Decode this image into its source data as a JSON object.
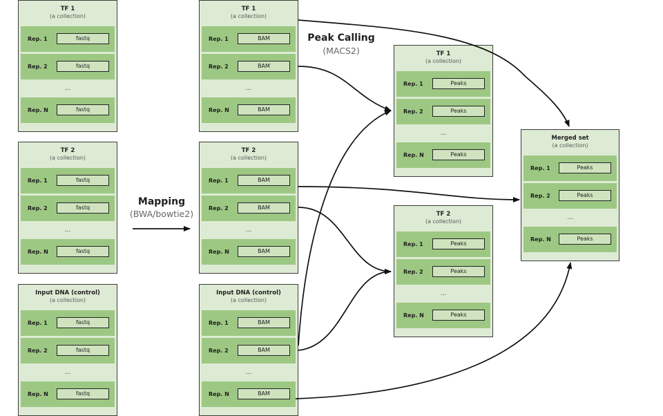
{
  "steps": {
    "mapping": {
      "title": "Mapping",
      "subtitle": "(BWA/bowtie2)"
    },
    "peak_calling": {
      "title": "Peak Calling",
      "subtitle": "(MACS2)"
    }
  },
  "collections": {
    "fastq_tf1": {
      "title": "TF 1",
      "subtitle": "(a collection)",
      "rows": [
        {
          "label": "Rep. 1",
          "file": "fastq"
        },
        {
          "label": "Rep. 2",
          "file": "fastq"
        },
        {
          "label": "...",
          "file": ""
        },
        {
          "label": "Rep. N",
          "file": "fastq"
        }
      ]
    },
    "fastq_tf2": {
      "title": "TF 2",
      "subtitle": "(a collection)",
      "rows": [
        {
          "label": "Rep. 1",
          "file": "fastq"
        },
        {
          "label": "Rep. 2",
          "file": "fastq"
        },
        {
          "label": "...",
          "file": ""
        },
        {
          "label": "Rep. N",
          "file": "fastq"
        }
      ]
    },
    "fastq_input": {
      "title": "Input DNA (control)",
      "subtitle": "(a collection)",
      "rows": [
        {
          "label": "Rep. 1",
          "file": "fastq"
        },
        {
          "label": "Rep. 2",
          "file": "fastq"
        },
        {
          "label": "...",
          "file": ""
        },
        {
          "label": "Rep. N",
          "file": "fastq"
        }
      ]
    },
    "bam_tf1": {
      "title": "TF 1",
      "subtitle": "(a collection)",
      "rows": [
        {
          "label": "Rep. 1",
          "file": "BAM"
        },
        {
          "label": "Rep. 2",
          "file": "BAM"
        },
        {
          "label": "...",
          "file": ""
        },
        {
          "label": "Rep. N",
          "file": "BAM"
        }
      ]
    },
    "bam_tf2": {
      "title": "TF 2",
      "subtitle": "(a collection)",
      "rows": [
        {
          "label": "Rep. 1",
          "file": "BAM"
        },
        {
          "label": "Rep. 2",
          "file": "BAM"
        },
        {
          "label": "...",
          "file": ""
        },
        {
          "label": "Rep. N",
          "file": "BAM"
        }
      ]
    },
    "bam_input": {
      "title": "Input DNA (control)",
      "subtitle": "(a collection)",
      "rows": [
        {
          "label": "Rep. 1",
          "file": "BAM"
        },
        {
          "label": "Rep. 2",
          "file": "BAM"
        },
        {
          "label": "...",
          "file": ""
        },
        {
          "label": "Rep. N",
          "file": "BAM"
        }
      ]
    },
    "peaks_tf1": {
      "title": "TF 1",
      "subtitle": "(a collection)",
      "rows": [
        {
          "label": "Rep. 1",
          "file": "Peaks"
        },
        {
          "label": "Rep. 2",
          "file": "Peaks"
        },
        {
          "label": "...",
          "file": ""
        },
        {
          "label": "Rep. N",
          "file": "Peaks"
        }
      ]
    },
    "peaks_tf2": {
      "title": "TF 2",
      "subtitle": "(a collection)",
      "rows": [
        {
          "label": "Rep. 1",
          "file": "Peaks"
        },
        {
          "label": "Rep. 2",
          "file": "Peaks"
        },
        {
          "label": "...",
          "file": ""
        },
        {
          "label": "Rep. N",
          "file": "Peaks"
        }
      ]
    },
    "merged": {
      "title": "Merged set",
      "subtitle": "(a collection)",
      "rows": [
        {
          "label": "Rep. 1",
          "file": "Peaks"
        },
        {
          "label": "Rep. 2",
          "file": "Peaks"
        },
        {
          "label": "...",
          "file": ""
        },
        {
          "label": "Rep. N",
          "file": "Peaks"
        }
      ]
    }
  },
  "colors": {
    "panel": "#deebd4",
    "row": "#9dc883",
    "file_box": "#cfe3bf",
    "border": "#3a3a3a",
    "arrow": "#111111"
  }
}
